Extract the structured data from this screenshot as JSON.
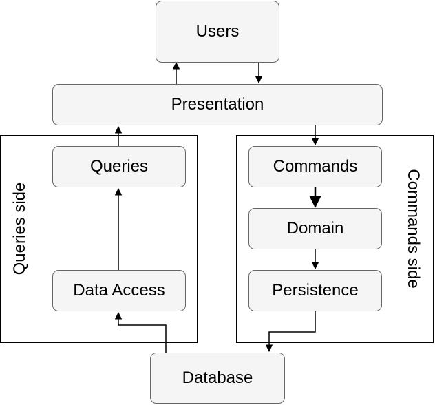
{
  "nodes": {
    "users": "Users",
    "presentation": "Presentation",
    "queries": "Queries",
    "data_access": "Data Access",
    "commands": "Commands",
    "domain": "Domain",
    "persistence": "Persistence",
    "database": "Database"
  },
  "groups": {
    "queries_side": "Queries side",
    "commands_side": "Commands side"
  },
  "colors": {
    "node_fill": "#f5f5f5",
    "node_border": "#666666",
    "line": "#000000"
  }
}
